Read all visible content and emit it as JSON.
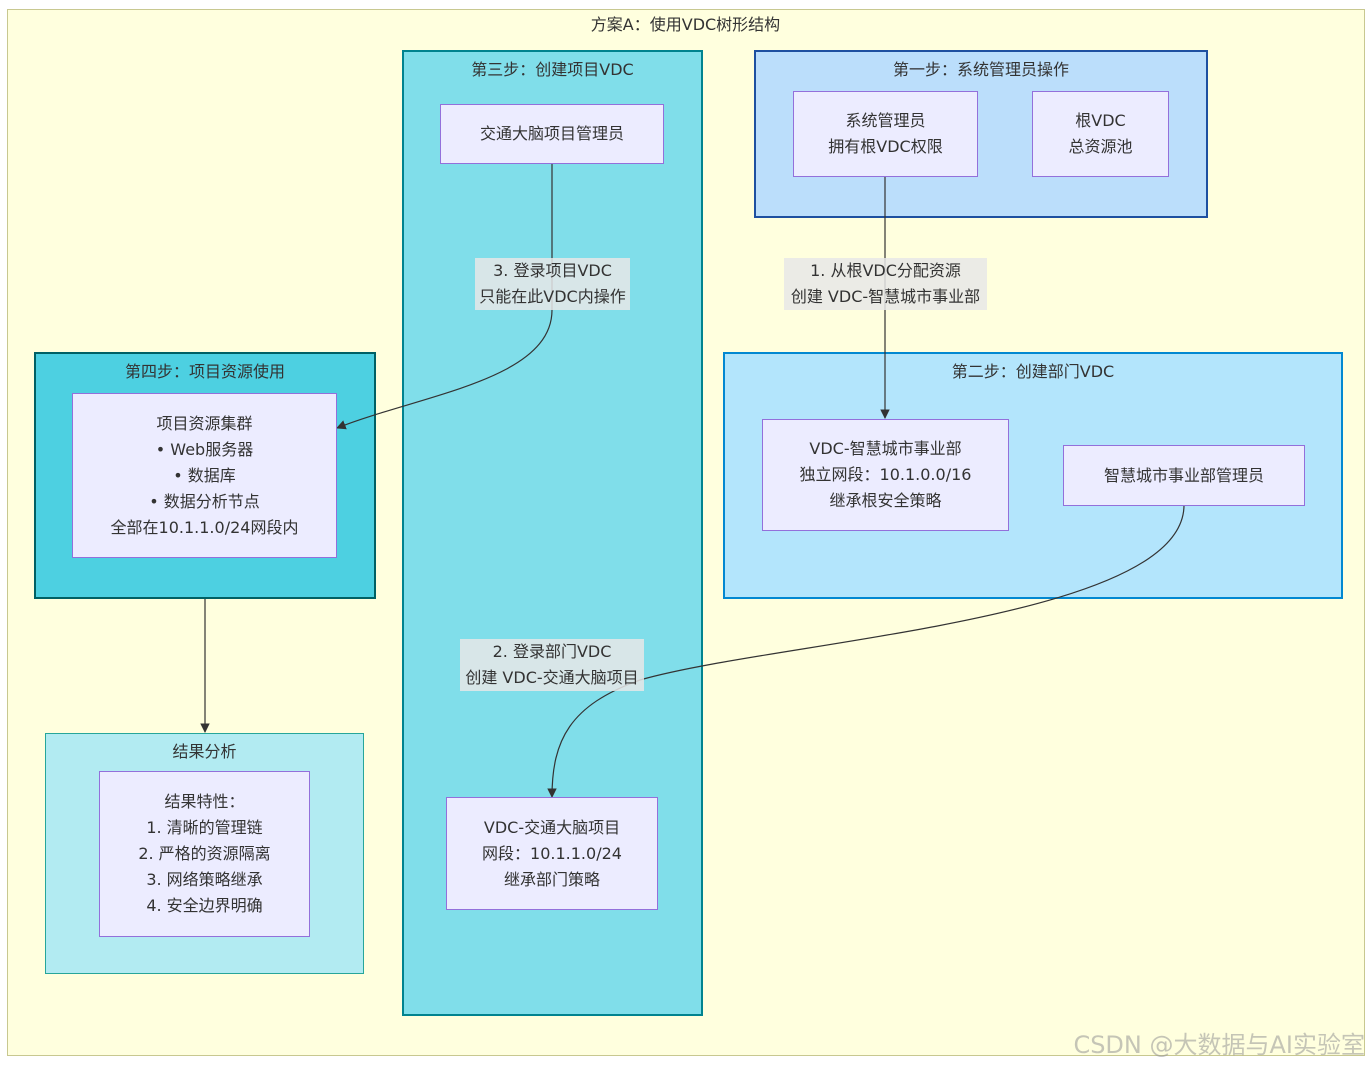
{
  "diagram": {
    "title": "方案A：使用VDC树形结构",
    "clusters": {
      "step1": {
        "title": "第一步：系统管理员操作"
      },
      "step2": {
        "title": "第二步：创建部门VDC"
      },
      "step3": {
        "title": "第三步：创建项目VDC"
      },
      "step4": {
        "title": "第四步：项目资源使用"
      },
      "result": {
        "title": "结果分析"
      }
    },
    "nodes": {
      "sysadmin": {
        "lines": [
          "系统管理员",
          "拥有根VDC权限"
        ]
      },
      "rootvdc": {
        "lines": [
          "根VDC",
          "总资源池"
        ]
      },
      "deptvdc": {
        "lines": [
          "VDC-智慧城市事业部",
          "独立网段：10.1.0.0/16",
          "继承根安全策略"
        ]
      },
      "deptadmin": {
        "lines": [
          "智慧城市事业部管理员"
        ]
      },
      "projadmin": {
        "lines": [
          "交通大脑项目管理员"
        ]
      },
      "projvdc": {
        "lines": [
          "VDC-交通大脑项目",
          "网段：10.1.1.0/24",
          "继承部门策略"
        ]
      },
      "cluster_res": {
        "lines": [
          "项目资源集群",
          "• Web服务器",
          "• 数据库",
          "• 数据分析节点",
          "全部在10.1.1.0/24网段内"
        ]
      },
      "result_feat": {
        "lines": [
          "结果特性：",
          "1. 清晰的管理链",
          "2. 严格的资源隔离",
          "3. 网络策略继承",
          "4. 安全边界明确"
        ]
      }
    },
    "edge_labels": {
      "e1": {
        "lines": [
          "1. 从根VDC分配资源",
          "创建 VDC-智慧城市事业部"
        ]
      },
      "e2": {
        "lines": [
          "2. 登录部门VDC",
          "创建 VDC-交通大脑项目"
        ]
      },
      "e3": {
        "lines": [
          "3. 登录项目VDC",
          "只能在此VDC内操作"
        ]
      }
    },
    "colors": {
      "outer_bg": "#ffffde",
      "step1_bg": "#bbdefb",
      "step1_border": "#1e50a0",
      "step2_bg": "#b3e5fc",
      "step2_border": "#0288d1",
      "step3_bg": "#80deea",
      "step3_border": "#00838f",
      "step4_bg": "#4dd0e1",
      "step4_border": "#006064",
      "result_bg": "#b2ebf2",
      "result_border": "#26a69a",
      "node_bg": "#ececff",
      "node_border": "#9370db",
      "edge": "#333333"
    }
  },
  "watermark": "CSDN @大数据与AI实验室"
}
